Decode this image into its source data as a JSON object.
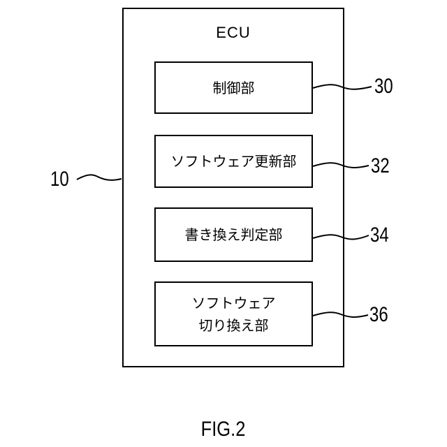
{
  "ecu": {
    "title": "ECU",
    "ref": "10"
  },
  "blocks": [
    {
      "ref": "30",
      "lines": [
        "制御部"
      ]
    },
    {
      "ref": "32",
      "lines": [
        "ソフトウェア更新部"
      ]
    },
    {
      "ref": "34",
      "lines": [
        "書き換え判定部"
      ]
    },
    {
      "ref": "36",
      "lines": [
        "ソフトウェア",
        "切り換え部"
      ]
    }
  ],
  "figure_label": "FIG.2"
}
